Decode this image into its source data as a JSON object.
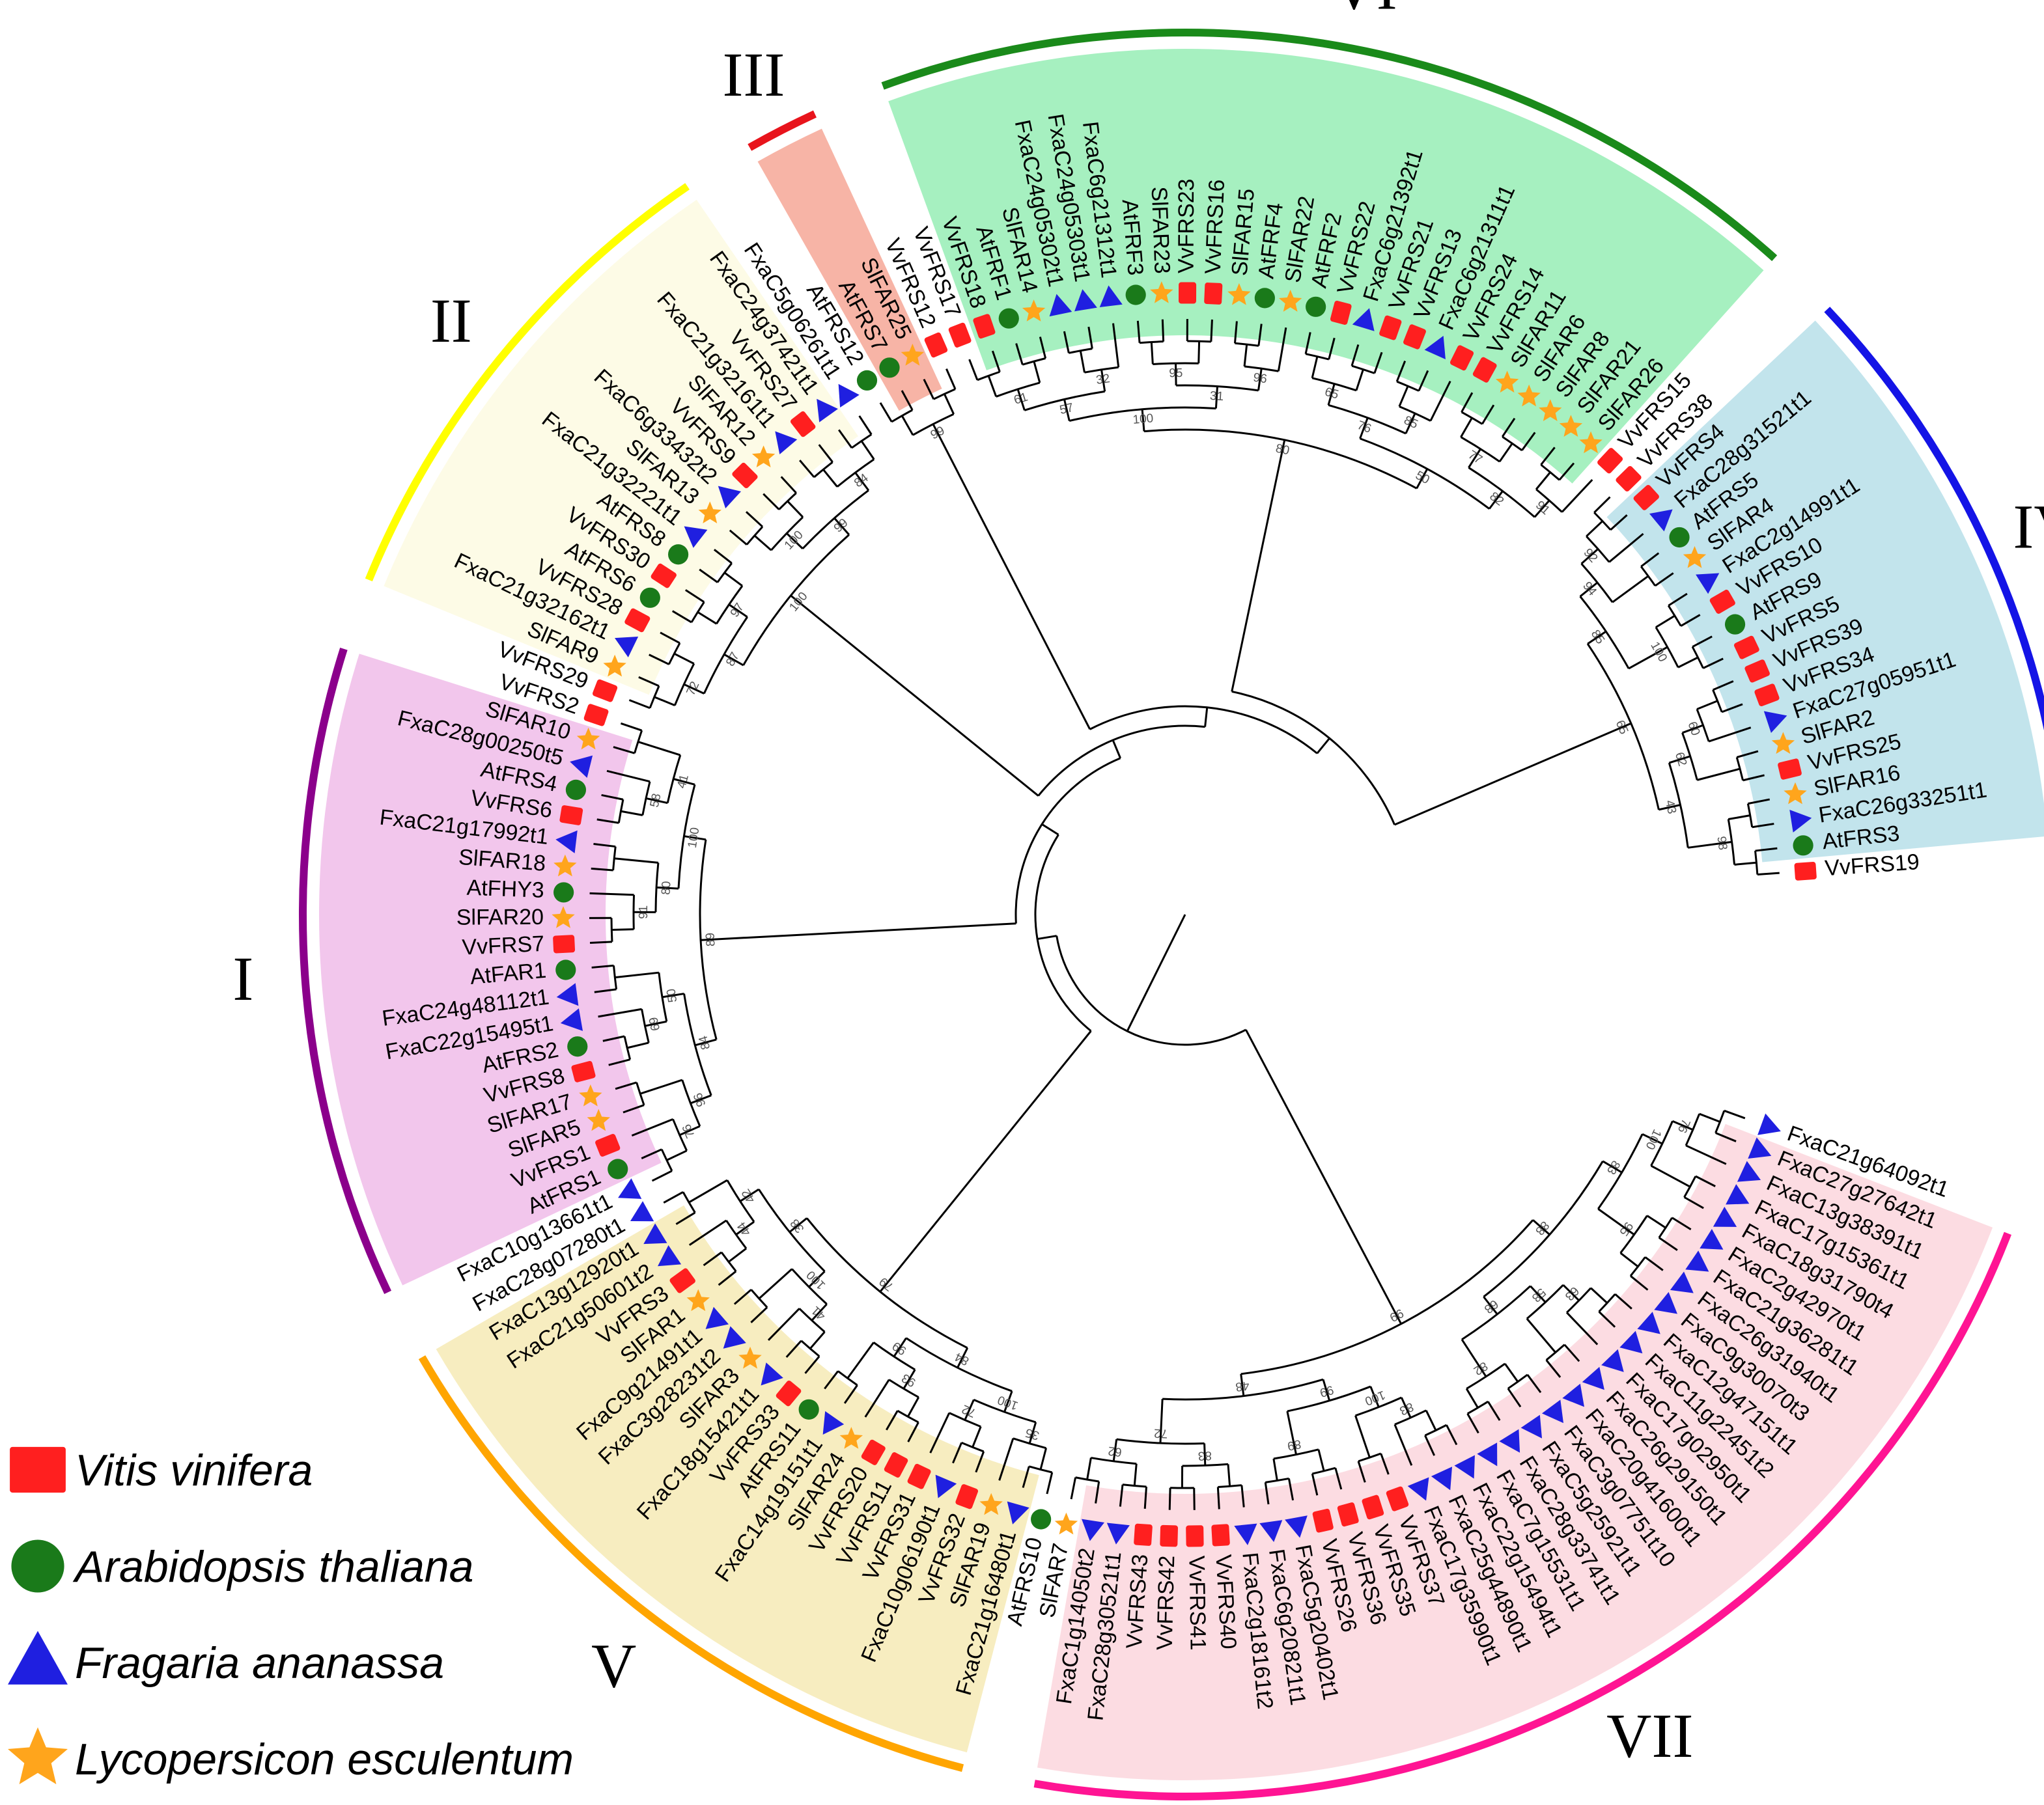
{
  "colors": {
    "vitis": "#ff1f1f",
    "arabidopsis": "#1a7a1a",
    "fragaria": "#1f1fe0",
    "lycopersicon": "#ffa51c",
    "branch": "#000000"
  },
  "legend": [
    {
      "species": "vitis",
      "shape": "rounded-square",
      "label": "Vitis vinifera"
    },
    {
      "species": "arabidopsis",
      "shape": "circle",
      "label": "Arabidopsis thaliana"
    },
    {
      "species": "fragaria",
      "shape": "triangle",
      "label": "Fragaria ananassa"
    },
    {
      "species": "lycopersicon",
      "shape": "star",
      "label": "Lycopersicon esculentum"
    }
  ],
  "groups": [
    {
      "label": "I",
      "ring_color": "#8b008b",
      "fill": "#f2c6ec"
    },
    {
      "label": "II",
      "ring_color": "#ffff00",
      "fill": "#fdfbe6"
    },
    {
      "label": "III",
      "ring_color": "#e8141c",
      "fill": "#f7b4a6"
    },
    {
      "label": "IV",
      "ring_color": "#1414e6",
      "fill": "#c2e4ec"
    },
    {
      "label": "V",
      "ring_color": "#ffa500",
      "fill": "#f7edc0"
    },
    {
      "label": "VI",
      "ring_color": "#1a8a1a",
      "fill": "#a6f0c0"
    },
    {
      "label": "VII",
      "ring_color": "#ff1493",
      "fill": "#fcdce2"
    }
  ],
  "leaves": [
    {
      "label": "VvFRS19",
      "species": "vitis"
    },
    {
      "label": "AtFRS3",
      "species": "arabidopsis"
    },
    {
      "label": "FxaC26g33251t1",
      "species": "fragaria"
    },
    {
      "label": "SlFAR16",
      "species": "lycopersicon"
    },
    {
      "label": "VvFRS25",
      "species": "vitis"
    },
    {
      "label": "SlFAR2",
      "species": "lycopersicon"
    },
    {
      "label": "FxaC27g05951t1",
      "species": "fragaria"
    },
    {
      "label": "VvFRS34",
      "species": "vitis"
    },
    {
      "label": "VvFRS39",
      "species": "vitis"
    },
    {
      "label": "VvFRS5",
      "species": "vitis"
    },
    {
      "label": "AtFRS9",
      "species": "arabidopsis"
    },
    {
      "label": "VvFRS10",
      "species": "vitis"
    },
    {
      "label": "FxaC2g14991t1",
      "species": "fragaria"
    },
    {
      "label": "SlFAR4",
      "species": "lycopersicon"
    },
    {
      "label": "AtFRS5",
      "species": "arabidopsis"
    },
    {
      "label": "FxaC28g31521t1",
      "species": "fragaria"
    },
    {
      "label": "VvFRS4",
      "species": "vitis"
    },
    {
      "label": "VvFRS38",
      "species": "vitis"
    },
    {
      "label": "VvFRS15",
      "species": "vitis"
    },
    {
      "label": "SlFAR26",
      "species": "lycopersicon"
    },
    {
      "label": "SlFAR21",
      "species": "lycopersicon"
    },
    {
      "label": "SlFAR8",
      "species": "lycopersicon"
    },
    {
      "label": "SlFAR6",
      "species": "lycopersicon"
    },
    {
      "label": "SlFAR11",
      "species": "lycopersicon"
    },
    {
      "label": "VvFRS14",
      "species": "vitis"
    },
    {
      "label": "VvFRS24",
      "species": "vitis"
    },
    {
      "label": "FxaC6g21311t1",
      "species": "fragaria"
    },
    {
      "label": "VvFRS13",
      "species": "vitis"
    },
    {
      "label": "VvFRS21",
      "species": "vitis"
    },
    {
      "label": "FxaC6g21392t1",
      "species": "fragaria"
    },
    {
      "label": "VvFRS22",
      "species": "vitis"
    },
    {
      "label": "AtFRF2",
      "species": "arabidopsis"
    },
    {
      "label": "SlFAR22",
      "species": "lycopersicon"
    },
    {
      "label": "AtFRF4",
      "species": "arabidopsis"
    },
    {
      "label": "SlFAR15",
      "species": "lycopersicon"
    },
    {
      "label": "VvFRS16",
      "species": "vitis"
    },
    {
      "label": "VvFRS23",
      "species": "vitis"
    },
    {
      "label": "SlFAR23",
      "species": "lycopersicon"
    },
    {
      "label": "AtFRF3",
      "species": "arabidopsis"
    },
    {
      "label": "FxaC6g21312t1",
      "species": "fragaria"
    },
    {
      "label": "FxaC24g05303t1",
      "species": "fragaria"
    },
    {
      "label": "FxaC24g05302t1",
      "species": "fragaria"
    },
    {
      "label": "SlFAR14",
      "species": "lycopersicon"
    },
    {
      "label": "AtFRF1",
      "species": "arabidopsis"
    },
    {
      "label": "VvFRS18",
      "species": "vitis"
    },
    {
      "label": "VvFRS17",
      "species": "vitis"
    },
    {
      "label": "VvFRS12",
      "species": "vitis"
    },
    {
      "label": "SlFAR25",
      "species": "lycopersicon"
    },
    {
      "label": "AtFRS7",
      "species": "arabidopsis"
    },
    {
      "label": "AtFRS12",
      "species": "arabidopsis"
    },
    {
      "label": "FxaC5g06261t1",
      "species": "fragaria"
    },
    {
      "label": "FxaC24g37421t1",
      "species": "fragaria"
    },
    {
      "label": "VvFRS27",
      "species": "vitis"
    },
    {
      "label": "FxaC21g32161t1",
      "species": "fragaria"
    },
    {
      "label": "SlFAR12",
      "species": "lycopersicon"
    },
    {
      "label": "VvFRS9",
      "species": "vitis"
    },
    {
      "label": "FxaC6g33432t2",
      "species": "fragaria"
    },
    {
      "label": "SlFAR13",
      "species": "lycopersicon"
    },
    {
      "label": "FxaC21g32221t1",
      "species": "fragaria"
    },
    {
      "label": "AtFRS8",
      "species": "arabidopsis"
    },
    {
      "label": "VvFRS30",
      "species": "vitis"
    },
    {
      "label": "AtFRS6",
      "species": "arabidopsis"
    },
    {
      "label": "VvFRS28",
      "species": "vitis"
    },
    {
      "label": "FxaC21g32162t1",
      "species": "fragaria"
    },
    {
      "label": "SlFAR9",
      "species": "lycopersicon"
    },
    {
      "label": "VvFRS29",
      "species": "vitis"
    },
    {
      "label": "VvFRS2",
      "species": "vitis"
    },
    {
      "label": "SlFAR10",
      "species": "lycopersicon"
    },
    {
      "label": "FxaC28g00250t5",
      "species": "fragaria"
    },
    {
      "label": "AtFRS4",
      "species": "arabidopsis"
    },
    {
      "label": "VvFRS6",
      "species": "vitis"
    },
    {
      "label": "FxaC21g17992t1",
      "species": "fragaria"
    },
    {
      "label": "SlFAR18",
      "species": "lycopersicon"
    },
    {
      "label": "AtFHY3",
      "species": "arabidopsis"
    },
    {
      "label": "SlFAR20",
      "species": "lycopersicon"
    },
    {
      "label": "VvFRS7",
      "species": "vitis"
    },
    {
      "label": "AtFAR1",
      "species": "arabidopsis"
    },
    {
      "label": "FxaC24g48112t1",
      "species": "fragaria"
    },
    {
      "label": "FxaC22g15495t1",
      "species": "fragaria"
    },
    {
      "label": "AtFRS2",
      "species": "arabidopsis"
    },
    {
      "label": "VvFRS8",
      "species": "vitis"
    },
    {
      "label": "SlFAR17",
      "species": "lycopersicon"
    },
    {
      "label": "SlFAR5",
      "species": "lycopersicon"
    },
    {
      "label": "VvFRS1",
      "species": "vitis"
    },
    {
      "label": "AtFRS1",
      "species": "arabidopsis"
    },
    {
      "label": "FxaC10g13661t1",
      "species": "fragaria"
    },
    {
      "label": "FxaC28g07280t1",
      "species": "fragaria"
    },
    {
      "label": "FxaC13g12920t1",
      "species": "fragaria"
    },
    {
      "label": "FxaC21g50601t2",
      "species": "fragaria"
    },
    {
      "label": "VvFRS3",
      "species": "vitis"
    },
    {
      "label": "SlFAR1",
      "species": "lycopersicon"
    },
    {
      "label": "FxaC9g21491t1",
      "species": "fragaria"
    },
    {
      "label": "FxaC3g28231t2",
      "species": "fragaria"
    },
    {
      "label": "SlFAR3",
      "species": "lycopersicon"
    },
    {
      "label": "FxaC18g15421t1",
      "species": "fragaria"
    },
    {
      "label": "VvFRS33",
      "species": "vitis"
    },
    {
      "label": "AtFRS11",
      "species": "arabidopsis"
    },
    {
      "label": "FxaC14g19151t1",
      "species": "fragaria"
    },
    {
      "label": "SlFAR24",
      "species": "lycopersicon"
    },
    {
      "label": "VvFRS20",
      "species": "vitis"
    },
    {
      "label": "VvFRS11",
      "species": "vitis"
    },
    {
      "label": "VvFRS31",
      "species": "vitis"
    },
    {
      "label": "FxaC10g06190t1",
      "species": "fragaria"
    },
    {
      "label": "VvFRS32",
      "species": "vitis"
    },
    {
      "label": "SlFAR19",
      "species": "lycopersicon"
    },
    {
      "label": "FxaC21g16480t1",
      "species": "fragaria"
    },
    {
      "label": "AtFRS10",
      "species": "arabidopsis"
    },
    {
      "label": "SlFAR7",
      "species": "lycopersicon"
    },
    {
      "label": "FxaC1g14050t2",
      "species": "fragaria"
    },
    {
      "label": "FxaC28g30521t1",
      "species": "fragaria"
    },
    {
      "label": "VvFRS43",
      "species": "vitis"
    },
    {
      "label": "VvFRS42",
      "species": "vitis"
    },
    {
      "label": "VvFRS41",
      "species": "vitis"
    },
    {
      "label": "VvFRS40",
      "species": "vitis"
    },
    {
      "label": "FxaC2g18161t2",
      "species": "fragaria"
    },
    {
      "label": "FxaC6g20821t1",
      "species": "fragaria"
    },
    {
      "label": "FxaC5g20402t1",
      "species": "fragaria"
    },
    {
      "label": "VvFRS26",
      "species": "vitis"
    },
    {
      "label": "VvFRS36",
      "species": "vitis"
    },
    {
      "label": "VvFRS35",
      "species": "vitis"
    },
    {
      "label": "VvFRS37",
      "species": "vitis"
    },
    {
      "label": "FxaC17g35990t1",
      "species": "fragaria"
    },
    {
      "label": "FxaC25g44890t1",
      "species": "fragaria"
    },
    {
      "label": "FxaC22g15494t1",
      "species": "fragaria"
    },
    {
      "label": "FxaC7g15531t1",
      "species": "fragaria"
    },
    {
      "label": "FxaC28g33741t1",
      "species": "fragaria"
    },
    {
      "label": "FxaC5g25921t1",
      "species": "fragaria"
    },
    {
      "label": "FxaC3g07751t10",
      "species": "fragaria"
    },
    {
      "label": "FxaC20g41600t1",
      "species": "fragaria"
    },
    {
      "label": "FxaC26g29150t1",
      "species": "fragaria"
    },
    {
      "label": "FxaC17g02950t1",
      "species": "fragaria"
    },
    {
      "label": "FxaC11g22451t2",
      "species": "fragaria"
    },
    {
      "label": "FxaC12g47151t1",
      "species": "fragaria"
    },
    {
      "label": "FxaC9g30070t3",
      "species": "fragaria"
    },
    {
      "label": "FxaC26g31940t1",
      "species": "fragaria"
    },
    {
      "label": "FxaC21g36281t1",
      "species": "fragaria"
    },
    {
      "label": "FxaC2g42970t1",
      "species": "fragaria"
    },
    {
      "label": "FxaC18g31790t4",
      "species": "fragaria"
    },
    {
      "label": "FxaC17g15361t1",
      "species": "fragaria"
    },
    {
      "label": "FxaC13g38391t1",
      "species": "fragaria"
    },
    {
      "label": "FxaC27g27642t1",
      "species": "fragaria"
    },
    {
      "label": "FxaC21g64092t1",
      "species": "fragaria"
    }
  ],
  "bootstrap_values": [
    "98",
    "60",
    "62",
    "43",
    "100",
    "92",
    "94",
    "85",
    "65",
    "91",
    "77",
    "82",
    "85",
    "65",
    "76",
    "50",
    "96",
    "95",
    "31",
    "32",
    "61",
    "57",
    "100",
    "80",
    "99",
    "84",
    "100",
    "99",
    "97",
    "72",
    "87",
    "100",
    "58",
    "41",
    "91",
    "80",
    "100",
    "69",
    "50",
    "76",
    "96",
    "84",
    "89",
    "44",
    "42",
    "41",
    "100",
    "38",
    "93",
    "99",
    "72",
    "35",
    "100",
    "84",
    "79",
    "62",
    "83",
    "72",
    "89",
    "83",
    "100",
    "99",
    "48",
    "82",
    "63",
    "58",
    "68",
    "95",
    "76",
    "100",
    "83",
    "88",
    "99",
    "66",
    "95",
    "97",
    "91",
    "77",
    "98",
    "93",
    "52",
    "84",
    "93",
    "100",
    "99",
    "50",
    "59",
    "96",
    "81",
    "46",
    "100",
    "18",
    "57",
    "100",
    "98",
    "75",
    "88",
    "48",
    "99",
    "65",
    "97",
    "94",
    "82",
    "73",
    "57",
    "99",
    "84",
    "97",
    "56",
    "36",
    "98"
  ],
  "sidebar_brand_note": ""
}
